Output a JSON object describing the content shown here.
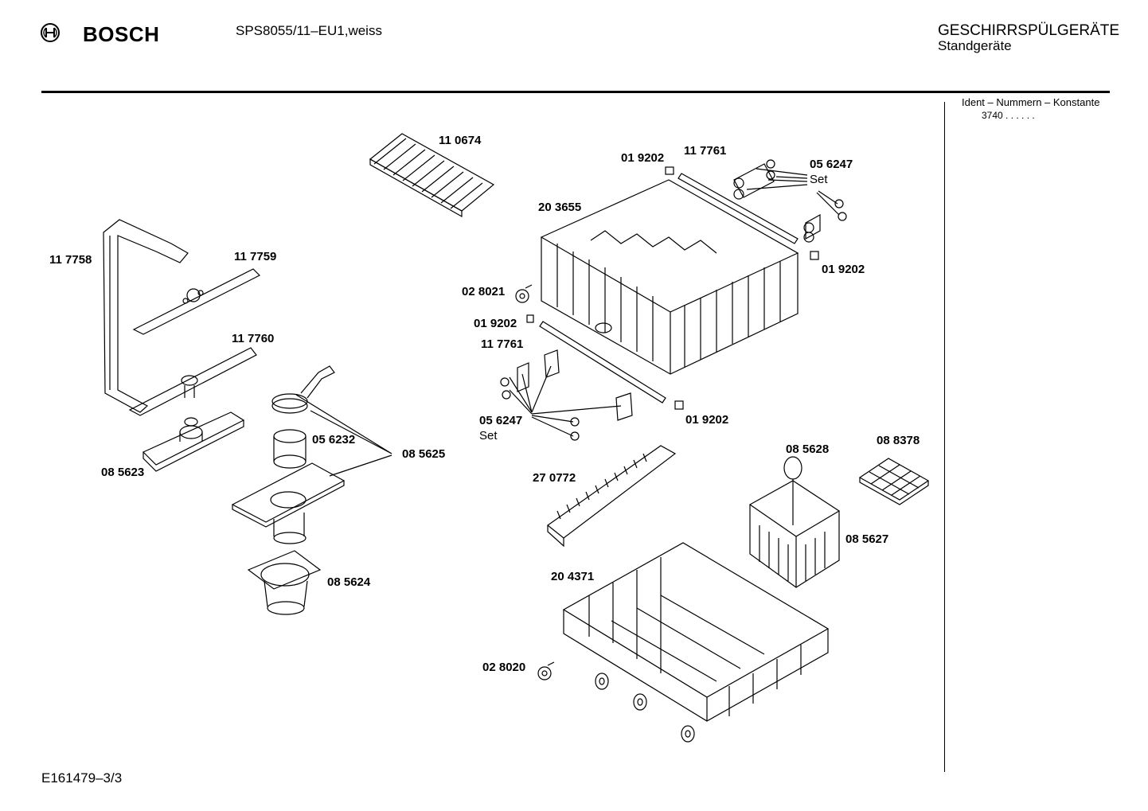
{
  "header": {
    "brand": "BOSCH",
    "model": "SPS8055/11–EU1,weiss",
    "category_line1": "GESCHIRRSPÜLGERÄTE",
    "category_line2": "Standgeräte"
  },
  "ident": {
    "label": "Ident – Nummern – Konstante",
    "value": "3740 .  .  .  .  .  ."
  },
  "footer": {
    "code": "E161479–3/3"
  },
  "parts": {
    "p110674": "11 0674",
    "p019202_top": "01 9202",
    "p117761_top": "11 7761",
    "p056247_top": "05 6247",
    "set_top": "Set",
    "p203655": "20 3655",
    "p019202_right": "01 9202",
    "p028021": "02 8021",
    "p019202_left": "01 9202",
    "p117761_left": "11 7761",
    "p056247_bottom": "05 6247",
    "set_bottom": "Set",
    "p019202_bottom": "01 9202",
    "p117758": "11 7758",
    "p117759": "11 7759",
    "p117760": "11 7760",
    "p056232": "05 6232",
    "p085625": "08 5625",
    "p085623": "08 5623",
    "p085624": "08 5624",
    "p270772": "27 0772",
    "p085628": "08 5628",
    "p088378": "08 8378",
    "p085627": "08 5627",
    "p204371": "20 4371",
    "p028020": "02 8020"
  }
}
